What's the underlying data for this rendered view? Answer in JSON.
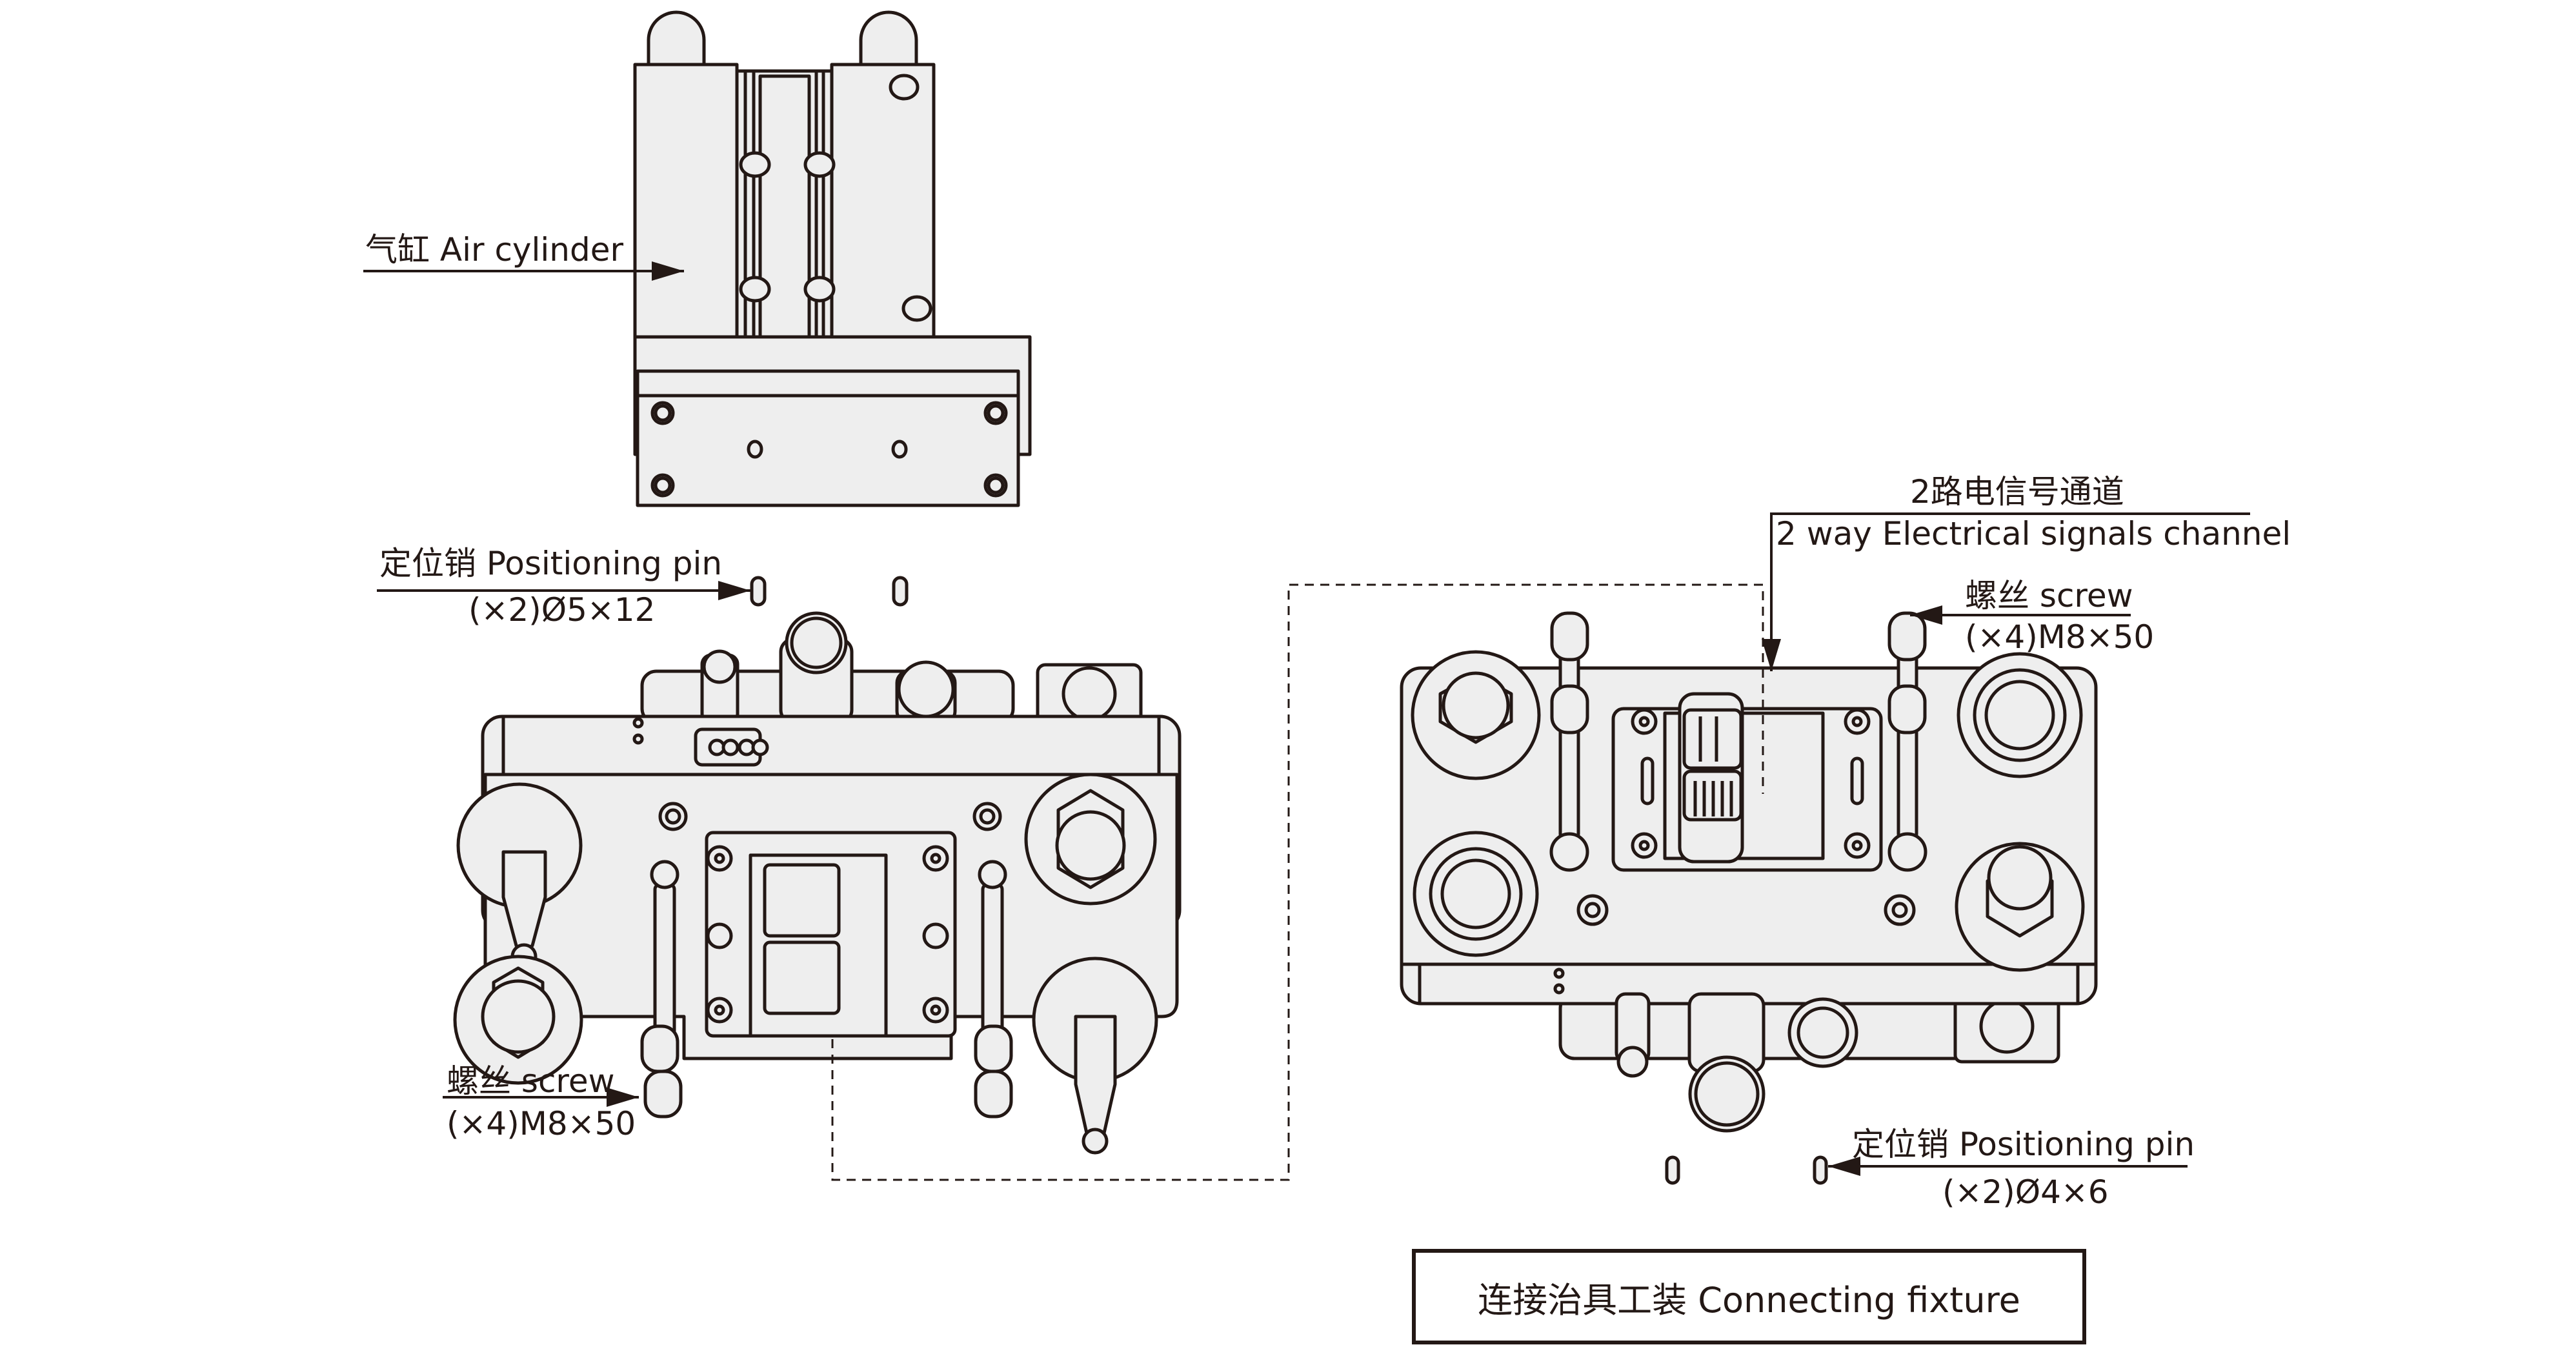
{
  "colors": {
    "stroke": "#231815",
    "fill": "#eeeeee",
    "background": "#ffffff"
  },
  "labels": {
    "air_cylinder": "气缸 Air cylinder",
    "pin_top": {
      "name": "定位销 Positioning pin",
      "spec": "(×2)Ø5×12"
    },
    "screw_left": {
      "name": "螺丝 screw",
      "spec": "(×4)M8×50"
    },
    "channel": {
      "cn": "2路电信号通道",
      "en": "2 way Electrical signals channel"
    },
    "screw_right": {
      "name": "螺丝 screw",
      "spec": "(×4)M8×50"
    },
    "pin_bottom": {
      "name": "定位销 Positioning pin",
      "spec": "(×2)Ø4×6"
    }
  },
  "title": "连接治具工装 Connecting fixture",
  "parts": [
    "air-cylinder",
    "left-fixture-plate",
    "right-fixture-plate",
    "positioning-pins",
    "screws",
    "electrical-connector"
  ]
}
